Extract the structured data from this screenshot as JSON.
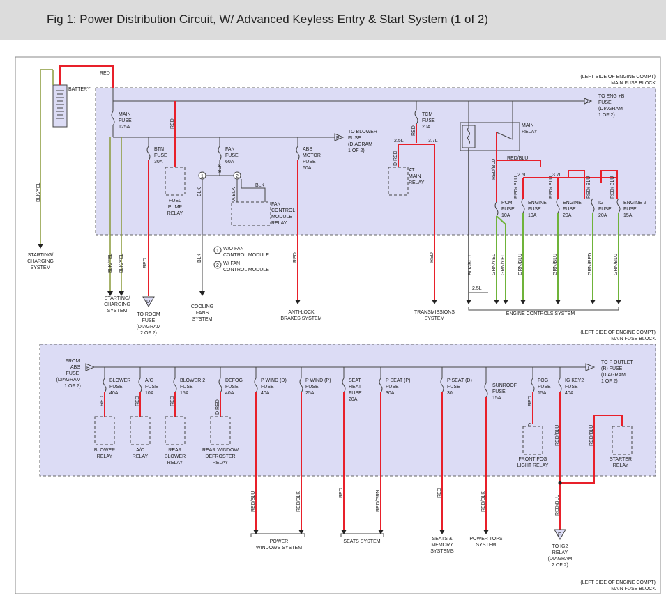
{
  "title": "Fig 1: Power Distribution Circuit, W/ Advanced Keyless Entry & Start System (1 of 2)",
  "location": {
    "line1": "(LEFT SIDE OF ENGINE COMPT)",
    "line2": "MAIN FUSE BLOCK"
  },
  "top": {
    "battery": "BATTERY",
    "red_top": "RED",
    "main_fuse": [
      "MAIN",
      "FUSE",
      "125A"
    ],
    "red_fuel": "RED",
    "to_blower": [
      "TO BLOWER",
      "FUSE",
      "(DIAGRAM",
      "1 OF 2)"
    ],
    "to_blower_connector": "B",
    "btn_fuse": [
      "BTN",
      "FUSE",
      "30A"
    ],
    "fan_fuse": [
      "FAN",
      "FUSE",
      "60A"
    ],
    "abs_fuse": [
      "ABS",
      "MOTOR",
      "FUSE",
      "60A"
    ],
    "tcm_fuse": [
      "TCM",
      "FUSE",
      "20A"
    ],
    "red_tcm": "RED",
    "eng_25l": "2.5L",
    "eng_37l": "3.7L",
    "d_red": "D RED",
    "at_relay": [
      "AT",
      "MAIN",
      "RELAY"
    ],
    "main_relay": [
      "MAIN",
      "RELAY"
    ],
    "red_blu_relay": "RED/BLU",
    "to_eng_b": [
      "TO ENG +B",
      "FUSE",
      "(DIAGRAM",
      "1 OF 2)"
    ],
    "to_eng_connector": "A",
    "fuel_pump_relay": [
      "FUEL",
      "PUMP",
      "RELAY"
    ],
    "blk_fan": "BLK",
    "blk_a": "A BLK",
    "blk_b": "BLK",
    "circle1": "1",
    "circle2": "2",
    "fan_control": [
      "FAN",
      "CONTROL",
      "MODULE",
      "RELAY"
    ],
    "blk_cool": "BLK",
    "blk_cool2": "BLK",
    "legend1": "W/O FAN",
    "legend1b": "CONTROL MODULE",
    "legend2": "W/ FAN",
    "legend2b": "CONTROL MODULE",
    "cooling": [
      "COOLING",
      "FANS",
      "SYSTEM"
    ],
    "red_abs": "RED",
    "abs_system": [
      "ANTI-LOCK",
      "BRAKES SYSTEM"
    ],
    "red_tcm2": "RED",
    "transmissions": [
      "TRANSMISSIONS",
      "SYSTEM"
    ],
    "eng25_b": "2.5L",
    "eng37_b": "3.7L",
    "pcm_fuse": [
      "PCM",
      "FUSE",
      "10A"
    ],
    "engine_fuse_a": [
      "ENGINE",
      "FUSE",
      "10A"
    ],
    "engine_fuse_b": [
      "ENGINE",
      "FUSE",
      "20A"
    ],
    "ig_fuse": [
      "IG",
      "FUSE",
      "20A"
    ],
    "engine2_fuse": [
      "ENGINE 2",
      "FUSE",
      "15A"
    ],
    "red_blu_1": "RED/ BLU",
    "red_blu_2": "RED/ BLU",
    "red_blu_3": "RED/ BLU",
    "red_blu_4": "RED/ BLU",
    "blk_blu": "BLK/BLU",
    "grn_yel_1": "GRN/YEL",
    "grn_yel_2": "GRN/YEL",
    "grn_blu_1": "GRN/BLU",
    "grn_blu_2": "GRN/BLU",
    "grn_red": "GRN/RED",
    "grn_blu_3": "GRN/BLU",
    "eng_25l_c": "2.5L",
    "engine_controls": "ENGINE CONTROLS SYSTEM",
    "blk_yel_left": "BLK/YEL",
    "starting_left": [
      "STARTING/",
      "CHARGING",
      "SYSTEM"
    ],
    "blk_yel_1": "BLK/YEL",
    "blk_yel_2": "BLK/YEL",
    "starting_mid": [
      "STARTING/",
      "CHARGING",
      "SYSTEM"
    ],
    "red_room": "RED",
    "to_room": [
      "TO ROOM",
      "FUSE",
      "(DIAGRAM",
      "2 OF 2)"
    ],
    "to_room_connector": "D"
  },
  "bottom": {
    "location1": "(LEFT SIDE OF ENGINE COMPT)",
    "location2": "MAIN FUSE BLOCK",
    "from_abs": [
      "FROM",
      "ABS",
      "FUSE",
      "(DIAGRAM",
      "1 OF 2)"
    ],
    "from_abs_connector": "B",
    "to_p_outlet": [
      "TO P OUTLET",
      "(R) FUSE",
      "(DIAGRAM",
      "1 OF 2)"
    ],
    "to_p_connector": "C",
    "blower_fuse": [
      "BLOWER",
      "FUSE",
      "40A"
    ],
    "ac_fuse": [
      "A/C",
      "FUSE",
      "10A"
    ],
    "blower2_fuse": [
      "BLOWER 2",
      "FUSE",
      "15A"
    ],
    "defog_fuse": [
      "DEFOG",
      "FUSE",
      "40A"
    ],
    "pwind_d": [
      "P WIND (D)",
      "FUSE",
      "40A"
    ],
    "pwind_p": [
      "P WIND (P)",
      "FUSE",
      "25A"
    ],
    "seat_heat": [
      "SEAT",
      "HEAT",
      "FUSE",
      "20A"
    ],
    "pseat_p": [
      "P SEAT (P)",
      "FUSE",
      "30A"
    ],
    "pseat_d": [
      "P SEAT (D)",
      "FUSE",
      "30"
    ],
    "sunroof": [
      "SUNROOF",
      "FUSE",
      "15A"
    ],
    "fog_fuse": [
      "FOG",
      "FUSE",
      "15A"
    ],
    "igkey2": [
      "IG KEY2",
      "FUSE",
      "40A"
    ],
    "red1": "RED",
    "red2": "RED",
    "red3": "RED",
    "d_red_b": "D RED",
    "red_fog": "RED",
    "red_blu_ig": "RED/BLU",
    "red_blu_st": "RED/BLU",
    "blower_relay": [
      "BLOWER",
      "RELAY"
    ],
    "ac_relay": [
      "A/C",
      "RELAY"
    ],
    "rear_blower": [
      "REAR",
      "BLOWER",
      "RELAY"
    ],
    "rear_window": [
      "REAR WINDOW",
      "DEFROSTER",
      "RELAY"
    ],
    "front_fog": [
      "FRONT FOG",
      "LIGHT RELAY"
    ],
    "starter_relay": [
      "STARTER",
      "RELAY"
    ],
    "d_fog": "D",
    "w1": "RED/BLU",
    "w2": "RED/BLK",
    "w3": "RED",
    "w4": "RED/GRN",
    "w5": "RED",
    "w6": "RED/BLK",
    "w7": "RED/BLU",
    "power_windows": [
      "POWER",
      "WINDOWS SYSTEM"
    ],
    "seats_system": "SEATS SYSTEM",
    "seats_memory": [
      "SEATS &",
      "MEMORY",
      "SYSTEMS"
    ],
    "power_tops": [
      "POWER TOPS",
      "SYSTEM"
    ],
    "to_ig2": [
      "TO IG2",
      "RELAY",
      "(DIAGRAM",
      "2 OF 2)"
    ],
    "to_ig2_connector": "F",
    "footer1": "(LEFT SIDE OF ENGINE COMPT)",
    "footer2": "MAIN FUSE BLOCK"
  },
  "colors": {
    "red": "#e8202a",
    "green": "#6fb33a",
    "olive": "#8a9a3a",
    "blue_fill": "#dcdcf5",
    "gray": "#555555"
  }
}
